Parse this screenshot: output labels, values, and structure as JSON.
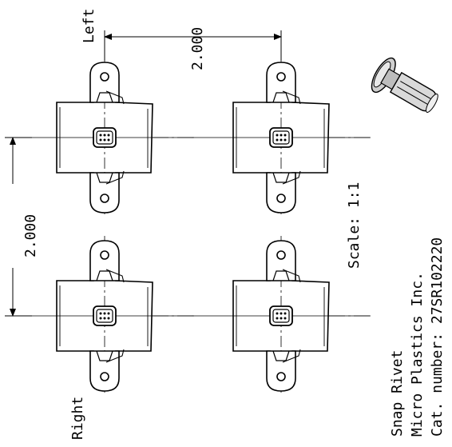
{
  "labels": {
    "left": "Left",
    "right": "Right",
    "dim_horizontal": "2.000",
    "dim_vertical": "2.000",
    "scale": "Scale: 1:1",
    "part_name": "Snap Rivet",
    "manufacturer": "Micro Plastics Inc.",
    "catalog": "Cat. number: 27SR102220"
  },
  "rivets": [
    {
      "id": "top-left"
    },
    {
      "id": "top-right"
    },
    {
      "id": "bottom-left"
    },
    {
      "id": "bottom-right"
    }
  ],
  "colors": {
    "ink": "#000000",
    "paper": "#ffffff"
  },
  "icons": {
    "preview": "snap-rivet-3d-icon"
  }
}
